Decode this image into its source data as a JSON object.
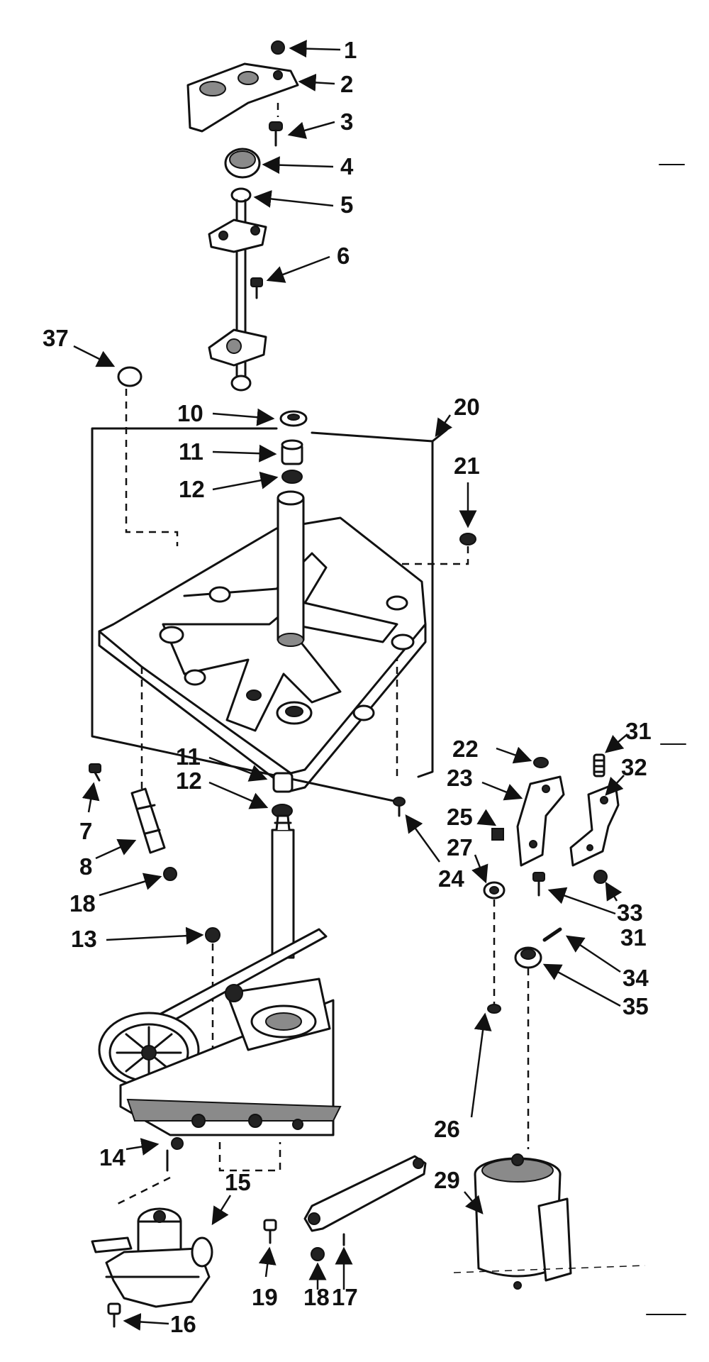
{
  "callouts": [
    "1",
    "2",
    "3",
    "4",
    "5",
    "6",
    "37",
    "10",
    "11",
    "12",
    "20",
    "21",
    "11",
    "12",
    "7",
    "8",
    "18",
    "22",
    "23",
    "25",
    "27",
    "24",
    "31",
    "32",
    "33",
    "31",
    "34",
    "35",
    "13",
    "26",
    "14",
    "15",
    "19",
    "18",
    "17",
    "29",
    "16"
  ]
}
